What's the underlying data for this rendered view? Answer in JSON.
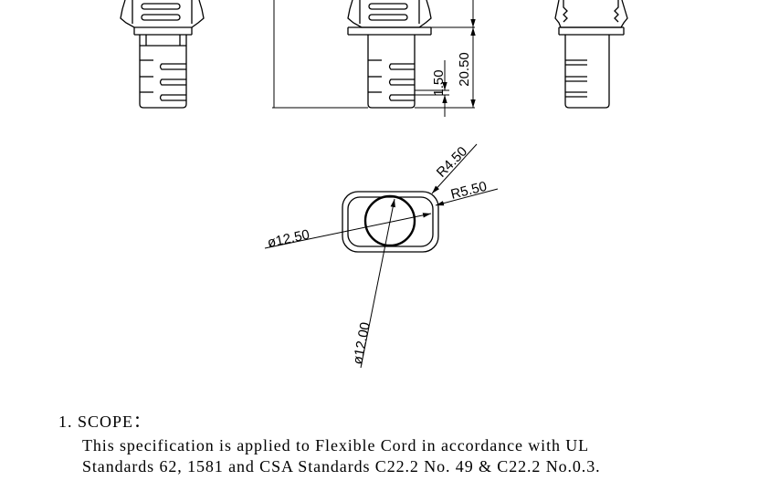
{
  "drawing": {
    "dimensions": {
      "left_view_vertical": "1.50",
      "right_view_vertical": "20.50",
      "corner_radius_outer": "R4.50",
      "corner_radius_inner": "R5.50",
      "inner_diameter": "ø12.50",
      "outer_diameter": "ø12.00"
    }
  },
  "scope": {
    "heading": "1. SCOPE：",
    "line1": "This specification is applied to Flexible Cord in accordance with UL",
    "line2": "Standards 62, 1581 and CSA Standards C22.2 No. 49   &   C22.2 No.0.3."
  }
}
